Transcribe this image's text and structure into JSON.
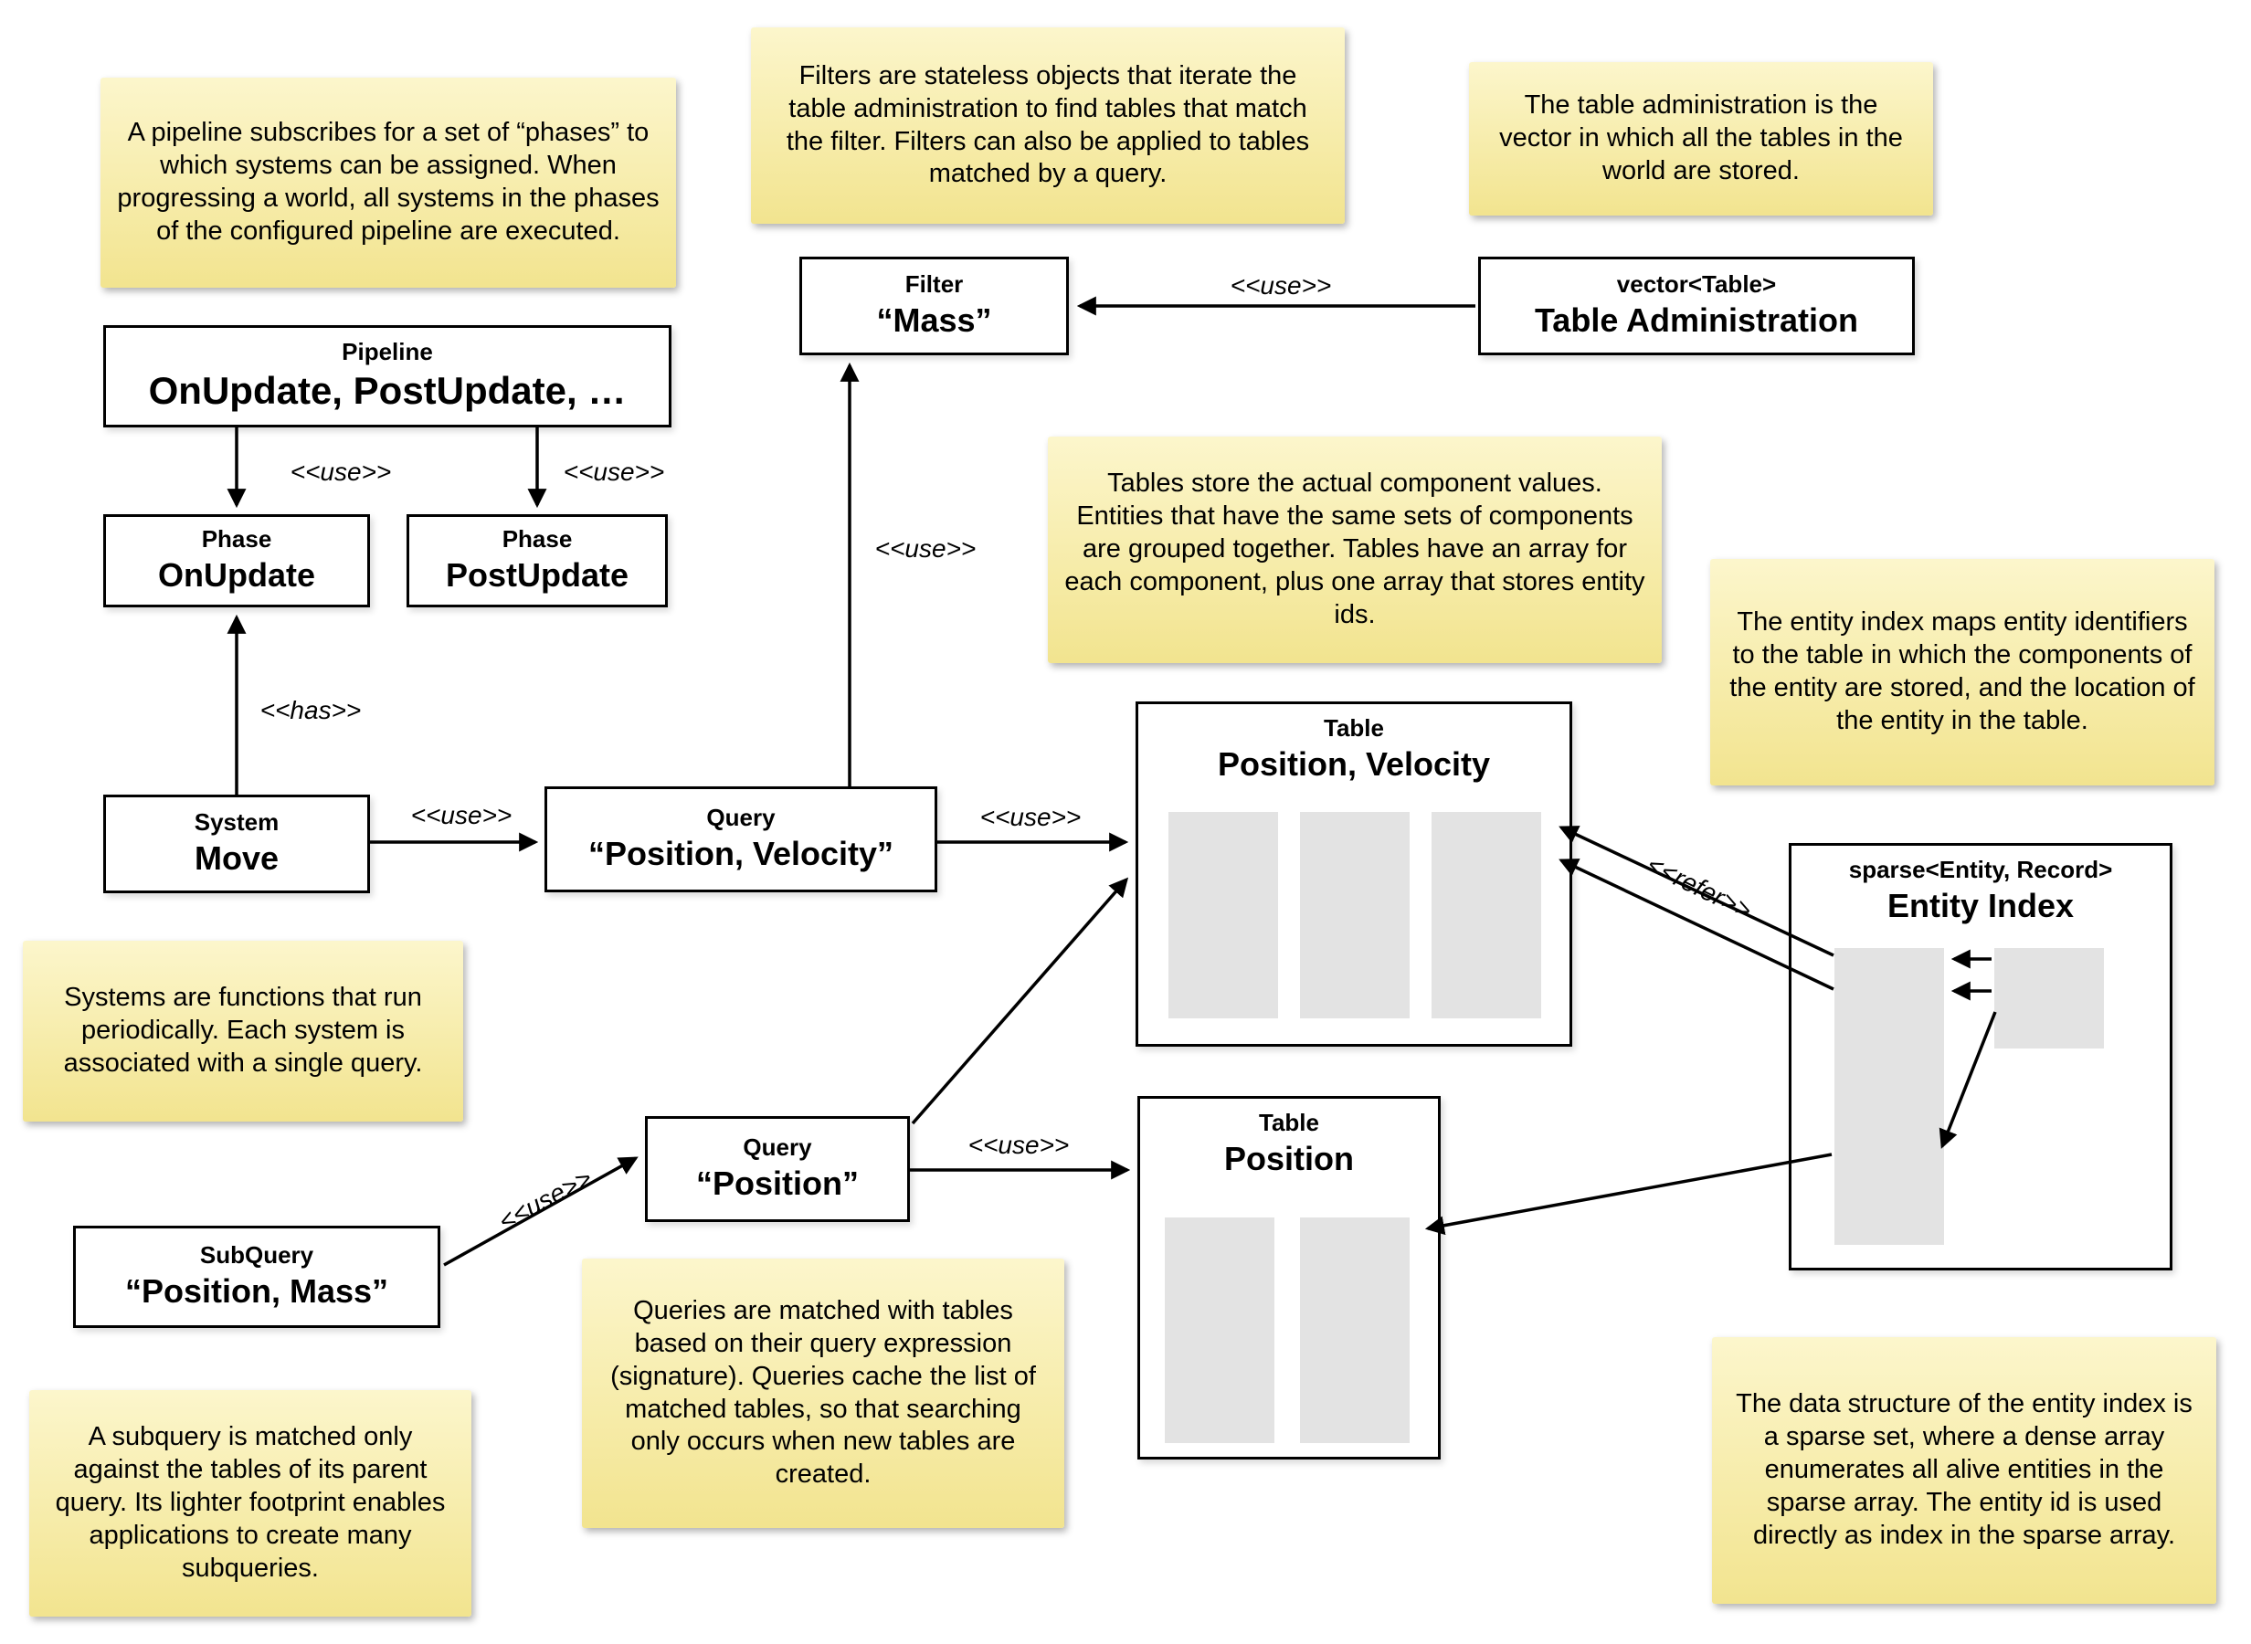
{
  "diagram_subject": "ECS world storage architecture",
  "notes": {
    "pipeline": "A pipeline subscribes for a set of “phases” to which systems can be assigned. When progressing a world, all systems in the phases of the configured pipeline are executed.",
    "filters": "Filters are stateless objects that iterate the table administration to find tables that match the filter. Filters can also be applied to tables matched by a query.",
    "table_admin": "The table administration is the vector in which all the tables in the world are stored.",
    "tables": "Tables store the actual component values. Entities that have the same sets of components are grouped together. Tables have an array for each component, plus one array that stores entity ids.",
    "entity_index": "The entity index maps entity identifiers to the table in which the components of the entity are stored, and the location of the entity in the table.",
    "systems": "Systems are functions that run periodically. Each system is associated with a single query.",
    "queries": "Queries are matched with tables based on their query expression (signature). Queries cache the list of matched tables, so that searching only occurs when new tables are created.",
    "subquery": "A subquery is matched only against the tables of its parent query. Its lighter footprint enables applications to create many subqueries.",
    "sparse_set": "The data structure of the entity index is a sparse set, where a dense array enumerates all alive entities in the sparse array. The entity id is used directly as index in the sparse array."
  },
  "nodes": {
    "pipeline": {
      "stereotype": "Pipeline",
      "label": "OnUpdate, PostUpdate, …"
    },
    "phase_onupdate": {
      "stereotype": "Phase",
      "label": "OnUpdate"
    },
    "phase_postupdate": {
      "stereotype": "Phase",
      "label": "PostUpdate"
    },
    "system_move": {
      "stereotype": "System",
      "label": "Move"
    },
    "query_position_velocity": {
      "stereotype": "Query",
      "label": "“Position, Velocity”"
    },
    "query_position": {
      "stereotype": "Query",
      "label": "“Position”"
    },
    "subquery_position_mass": {
      "stereotype": "SubQuery",
      "label": "“Position, Mass”"
    },
    "filter_mass": {
      "stereotype": "Filter",
      "label": "“Mass”"
    },
    "table_administration": {
      "stereotype": "vector<Table>",
      "label": "Table Administration"
    },
    "table_position_velocity": {
      "stereotype": "Table",
      "label": "Position, Velocity"
    },
    "table_position": {
      "stereotype": "Table",
      "label": "Position"
    },
    "entity_index": {
      "stereotype": "sparse<Entity, Record>",
      "label": "Entity Index"
    }
  },
  "edge_labels": {
    "pipeline_to_onupdate": "<<use>>",
    "pipeline_to_postupdate": "<<use>>",
    "system_has_phase": "<<has>>",
    "system_to_query": "<<use>>",
    "query_to_filter": "<<use>>",
    "admin_to_filter": "<<use>>",
    "query_to_table_pv": "<<use>>",
    "querypos_to_tablepos": "<<use>>",
    "subquery_to_query": "<<use>>",
    "entityindex_refer": "<<refer>>"
  },
  "colors": {
    "note_top": "#fcf6cc",
    "note_bottom": "#f2e48f",
    "column_fill": "#e3e3e3",
    "line_color": "#000000"
  }
}
